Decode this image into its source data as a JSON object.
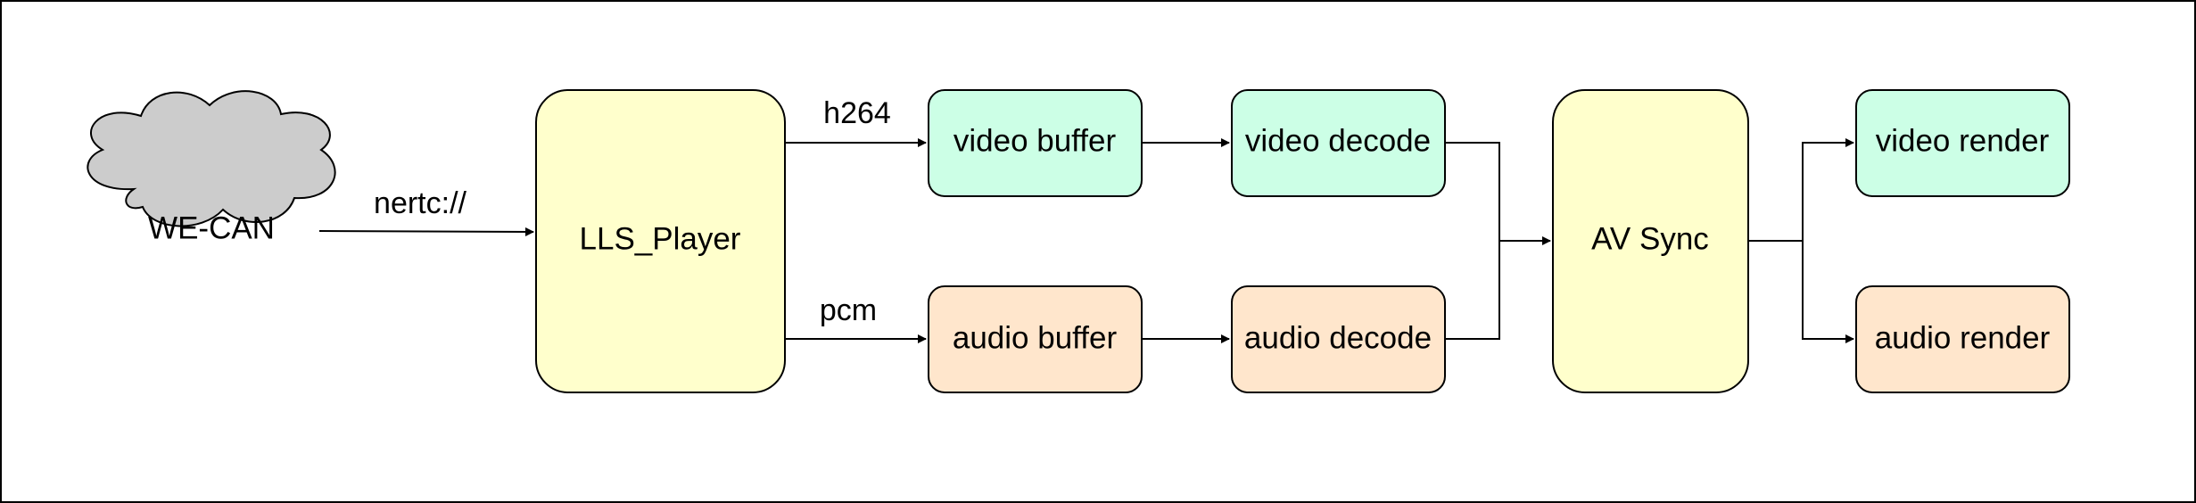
{
  "diagram": {
    "source_node": {
      "label": "WE-CAN",
      "shape": "cloud",
      "fill_color": "#cccccc"
    },
    "player_node": {
      "label": "LLS_Player",
      "fill_color": "#ffffcc"
    },
    "video_buffer": {
      "label": "video buffer",
      "fill_color": "#ccffe6"
    },
    "video_decode": {
      "label": "video decode",
      "fill_color": "#ccffe6"
    },
    "audio_buffer": {
      "label": "audio buffer",
      "fill_color": "#ffe6cc"
    },
    "audio_decode": {
      "label": "audio decode",
      "fill_color": "#ffe6cc"
    },
    "av_sync": {
      "label": "AV Sync",
      "fill_color": "#ffffcc"
    },
    "video_render": {
      "label": "video render",
      "fill_color": "#ccffe6"
    },
    "audio_render": {
      "label": "audio render",
      "fill_color": "#ffe6cc"
    },
    "edges": {
      "source_to_player": "nertc://",
      "player_to_video_buffer": "h264",
      "player_to_audio_buffer": "pcm"
    }
  }
}
